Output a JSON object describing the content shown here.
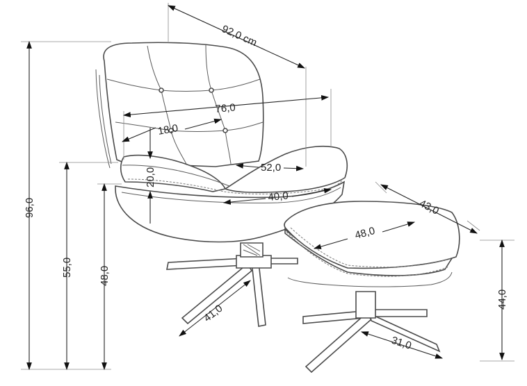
{
  "dimensions": {
    "total_depth": "92,0 cm",
    "seat_width": "76,0",
    "button_spacing": "18,0",
    "seat_depth": "52,0",
    "seat_front_width": "40,0",
    "armrest_height": "20,0",
    "total_height": "96,0",
    "seat_height": "55,0",
    "chair_base_height": "48,0",
    "base_radius": "41,0",
    "ottoman_length": "48,0",
    "ottoman_width": "43,0",
    "ottoman_height": "44,0",
    "ottoman_base": "31,0"
  },
  "colors": {
    "line": "#4a4a4a",
    "dimension": "#222222",
    "background": "#ffffff"
  }
}
